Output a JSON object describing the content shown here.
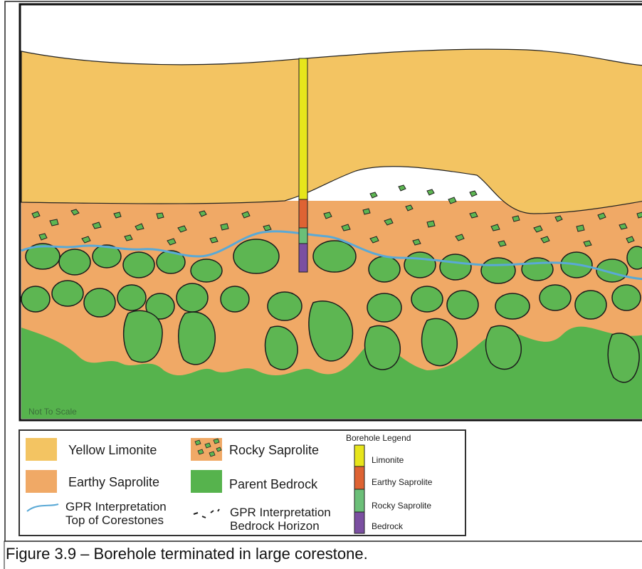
{
  "diagram": {
    "scale_note": "Not To Scale",
    "colors": {
      "yellow_limonite": "#F3C462",
      "earthy_saprolite": "#F0A966",
      "parent_bedrock": "#56B34D",
      "rock_fill": "#5DB652",
      "gpr_line": "#5AA9D6",
      "borehole_limonite": "#E7E51B",
      "borehole_earthy": "#DE6333",
      "borehole_rocky": "#6BBF78",
      "borehole_bedrock": "#7B4FA1"
    }
  },
  "legend": {
    "yellow_limonite": "Yellow Limonite",
    "earthy_saprolite": "Earthy Saprolite",
    "rocky_saprolite": "Rocky Saprolite",
    "parent_bedrock": "Parent Bedrock",
    "gpr_corestones_1": "GPR Interpretation",
    "gpr_corestones_2": "Top of Corestones",
    "gpr_bedrock_1": "GPR Interpretation",
    "gpr_bedrock_2": "Bedrock Horizon"
  },
  "borehole_legend": {
    "title": "Borehole Legend",
    "limonite": "Limonite",
    "earthy_saprolite": "Earthy Saprolite",
    "rocky_saprolite": "Rocky Saprolite",
    "bedrock": "Bedrock"
  },
  "caption": "Figure 3.9 – Borehole terminated in large corestone."
}
